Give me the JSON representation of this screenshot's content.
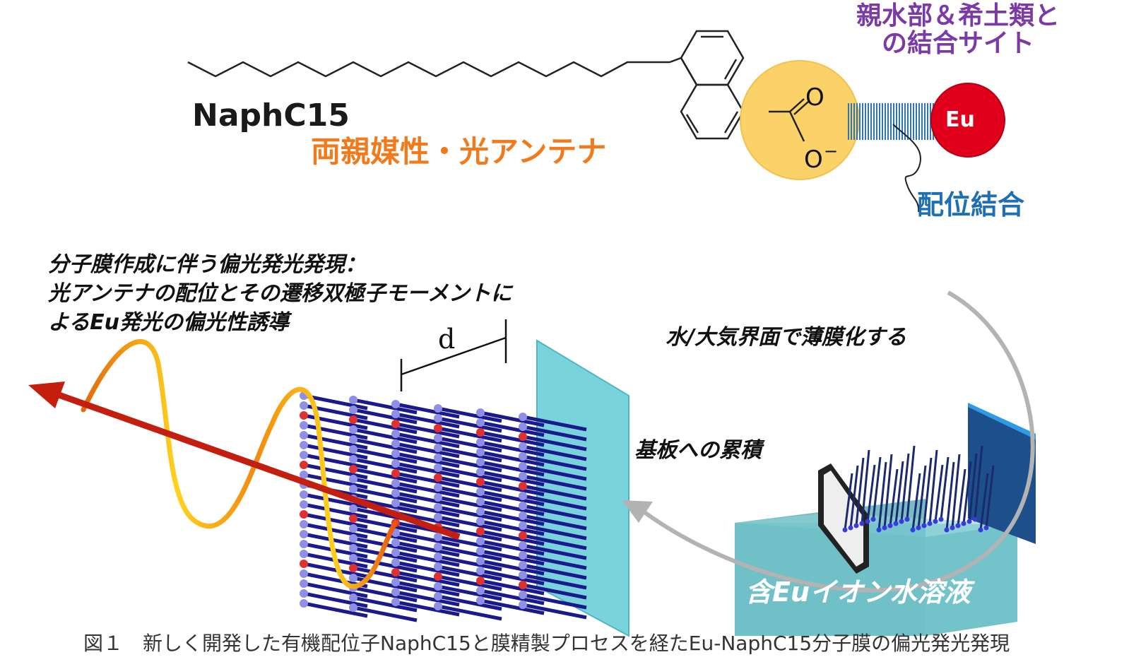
{
  "molecule": {
    "name": "NaphC15",
    "property": "両親媒性・光アンテナ",
    "site_label_line1": "親水部＆希土類と",
    "site_label_line2": "の結合サイト",
    "bond_label": "配位結合",
    "ion_label": "Eu",
    "oxygen_top": "O",
    "oxygen_bottom": "O",
    "charge": "−"
  },
  "description": {
    "line1": "分子膜作成に伴う偏光発光発現：",
    "line2": "光アンテナの配位とその遷移双極子モーメントに",
    "line3": "よるEu発光の偏光性誘導"
  },
  "process": {
    "step_water_air": "水/大気界面で薄膜化する",
    "step_deposit": "基板への累積",
    "solution_label": "含Euイオン水溶液",
    "spacing_label": "d"
  },
  "caption": "図１　新しく開発した有機配位子NaphC15と膜精製プロセスを経たEu-NaphC15分子膜の偏光発光発現",
  "colors": {
    "orange": "#f07a1c",
    "purple": "#7b3aa6",
    "blue": "#1f6fb5",
    "eu_red": "#e0001b",
    "carboxyl_yellow": "#fbd267",
    "substrate_cyan": "#79d3dc",
    "light_red": "#c41e0e"
  }
}
